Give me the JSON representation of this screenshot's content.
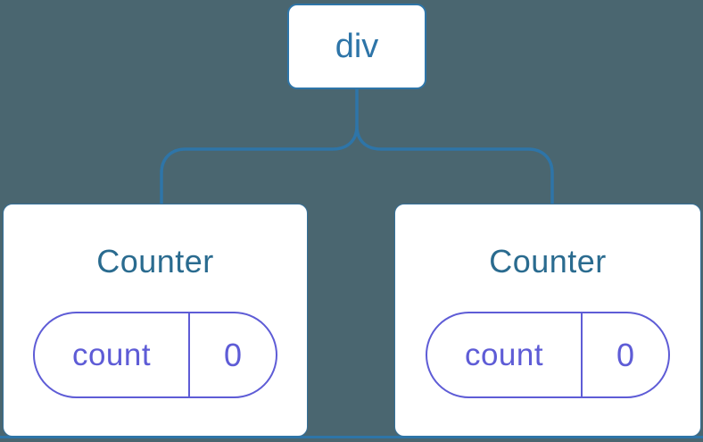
{
  "tree": {
    "root": {
      "label": "div"
    },
    "children": [
      {
        "title": "Counter",
        "state": {
          "key": "count",
          "value": "0"
        }
      },
      {
        "title": "Counter",
        "state": {
          "key": "count",
          "value": "0"
        }
      }
    ]
  },
  "colors": {
    "background": "#4A6670",
    "node_blue": "#2E75A8",
    "title_blue": "#2A6B8F",
    "state_purple": "#5E5CD6",
    "card_white": "#FFFFFF"
  }
}
